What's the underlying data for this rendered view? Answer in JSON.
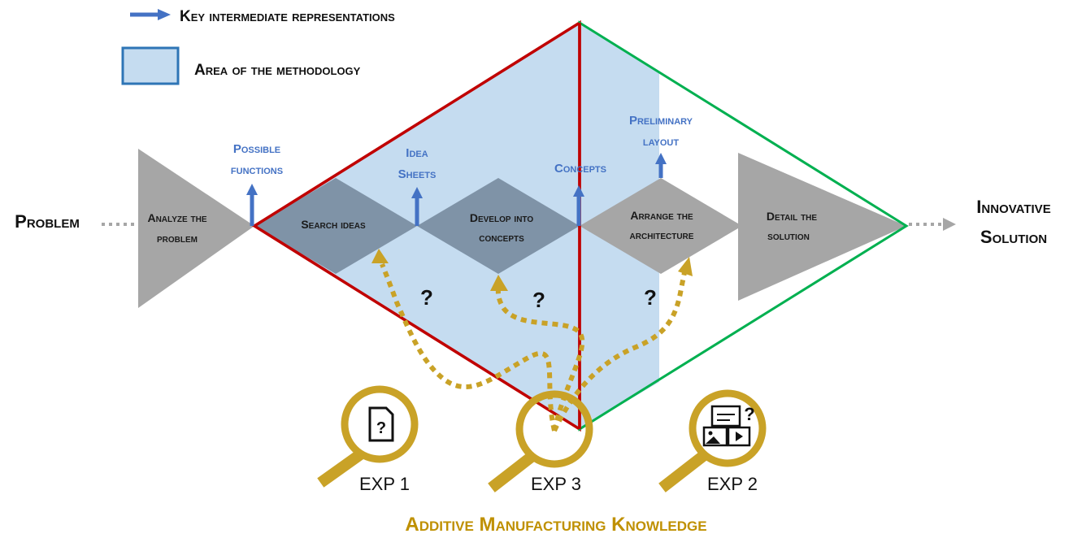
{
  "legend": {
    "arrow_label": "Key intermediate representations",
    "area_label": "Area of the methodology"
  },
  "endpoints": {
    "start": "Problem",
    "end_line1": "Innovative",
    "end_line2": "Solution"
  },
  "steps": {
    "analyze": [
      "Analyze the",
      "problem"
    ],
    "search": [
      "Search ideas"
    ],
    "develop": [
      "Develop into",
      "concepts"
    ],
    "arrange": [
      "Arrange the",
      "architecture"
    ],
    "detail": [
      "Detail the",
      "solution"
    ]
  },
  "representations": {
    "possible_functions": [
      "Possible",
      "functions"
    ],
    "idea_sheets": [
      "Idea",
      "Sheets"
    ],
    "concepts": [
      "Concepts"
    ],
    "preliminary_layout": [
      "Preliminary",
      "layout"
    ]
  },
  "experiments": {
    "exp1": "EXP 1",
    "exp3": "EXP 3",
    "exp2": "EXP 2"
  },
  "question_mark": "?",
  "knowledge_label": "Additive Manufacturing Knowledge",
  "colors": {
    "blue_text": "#4472c4",
    "arrow_blue": "#4472c4",
    "area_fill": "#c5dcf0",
    "area_border": "#2e75b6",
    "red_line": "#c00000",
    "green_line": "#00b050",
    "grey_shape": "#a6a6a6",
    "dark_diamond": "#7f93a7",
    "gold": "#c9a227",
    "gold_text": "#bf9000",
    "dotted_grey": "#a6a6a6"
  }
}
